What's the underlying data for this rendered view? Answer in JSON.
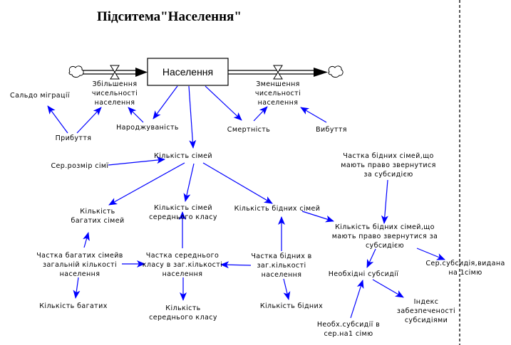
{
  "title": "Підситема\"Населення\"",
  "link_color": "#0000ff",
  "stock": {
    "label": "Населення"
  },
  "flows": {
    "inflow": {
      "label": [
        "Збільшення",
        "чисельності",
        "населення"
      ]
    },
    "outflow": {
      "label": [
        "Зменшення",
        "чисельності",
        "населення"
      ]
    }
  },
  "variables": {
    "saldo_migratsii": [
      "Сальдо міграції"
    ],
    "prybuttia": [
      "Прибуття"
    ],
    "narodzhuvanist": [
      "Народжуваність"
    ],
    "smertnist": [
      "Смертність"
    ],
    "vybuttia": [
      "Вибуття"
    ],
    "ser_rozmir_simi": [
      "Сер.розмір сімї"
    ],
    "kilkist_simei": [
      "Кількість сімей"
    ],
    "kilkist_bahatykh_simei": [
      "Кількість",
      "багатих сімей"
    ],
    "kilkist_simei_serednoho": [
      "Кількість сімей",
      "середнього класу"
    ],
    "kilkist_bidnykh_simei": [
      "Кількість бідних сімей"
    ],
    "chastka_bidnykh_pravo": [
      "Частка бідних сімей,що",
      "мають право звернутися",
      "за субсидією"
    ],
    "kilkist_bidnykh_pravo": [
      "Кількість бідних сімей,що",
      "мають право звернутися за",
      "субсидією"
    ],
    "chastka_bahatykh": [
      "Частка багатих сімейв",
      "загальній кількості",
      "населення"
    ],
    "chastka_serednoho": [
      "Частка середнього",
      "класу в заг.кількості",
      "населення"
    ],
    "chastka_bidnykh": [
      "Частка бідних в",
      "заг.кількості",
      "населення"
    ],
    "neobkhidni_subsydii": [
      "Необхідні субсидії"
    ],
    "ser_subsydiia": [
      "Сер.субсидія,видана",
      "на 1сімю"
    ],
    "kilkist_bahatykh": [
      "Кількість багатих"
    ],
    "kilkist_serednoho": [
      "Кількість",
      "середнього класу"
    ],
    "kilkist_bidnykh": [
      "Кількість бідних"
    ],
    "indeks": [
      "Індекс",
      "забезпеченості",
      "субсидіями"
    ],
    "neobkh_na_simiu": [
      "Необх.субсидії в",
      "сер.на1 сімю"
    ]
  },
  "links": [
    [
      "prybuttia",
      "saldo_migratsii"
    ],
    [
      "prybuttia",
      "inflow"
    ],
    [
      "narodzhuvanist",
      "inflow"
    ],
    [
      "stock",
      "narodzhuvanist"
    ],
    [
      "stock",
      "kilkist_simei"
    ],
    [
      "stock",
      "smertnist"
    ],
    [
      "smertnist",
      "outflow"
    ],
    [
      "vybuttia",
      "outflow"
    ],
    [
      "ser_rozmir_simi",
      "kilkist_simei"
    ],
    [
      "kilkist_simei",
      "kilkist_bahatykh_simei"
    ],
    [
      "kilkist_simei",
      "kilkist_simei_serednoho"
    ],
    [
      "kilkist_simei",
      "kilkist_bidnykh_simei"
    ],
    [
      "kilkist_bidnykh_simei",
      "kilkist_bidnykh_pravo"
    ],
    [
      "chastka_bidnykh_pravo",
      "kilkist_bidnykh_pravo"
    ],
    [
      "chastka_bahatykh",
      "kilkist_bahatykh_simei"
    ],
    [
      "chastka_bahatykh",
      "chastka_serednoho"
    ],
    [
      "chastka_serednoho",
      "kilkist_simei_serednoho"
    ],
    [
      "chastka_bidnykh",
      "chastka_serednoho"
    ],
    [
      "chastka_bidnykh",
      "kilkist_bidnykh_simei"
    ],
    [
      "chastka_bahatykh",
      "kilkist_bahatykh"
    ],
    [
      "chastka_serednoho",
      "kilkist_serednoho"
    ],
    [
      "chastka_bidnykh",
      "kilkist_bidnykh"
    ],
    [
      "kilkist_bidnykh_pravo",
      "neobkhidni_subsydii"
    ],
    [
      "kilkist_bidnykh_pravo",
      "ser_subsydiia"
    ],
    [
      "neobkh_na_simiu",
      "neobkhidni_subsydii"
    ],
    [
      "neobkhidni_subsydii",
      "indeks"
    ]
  ]
}
